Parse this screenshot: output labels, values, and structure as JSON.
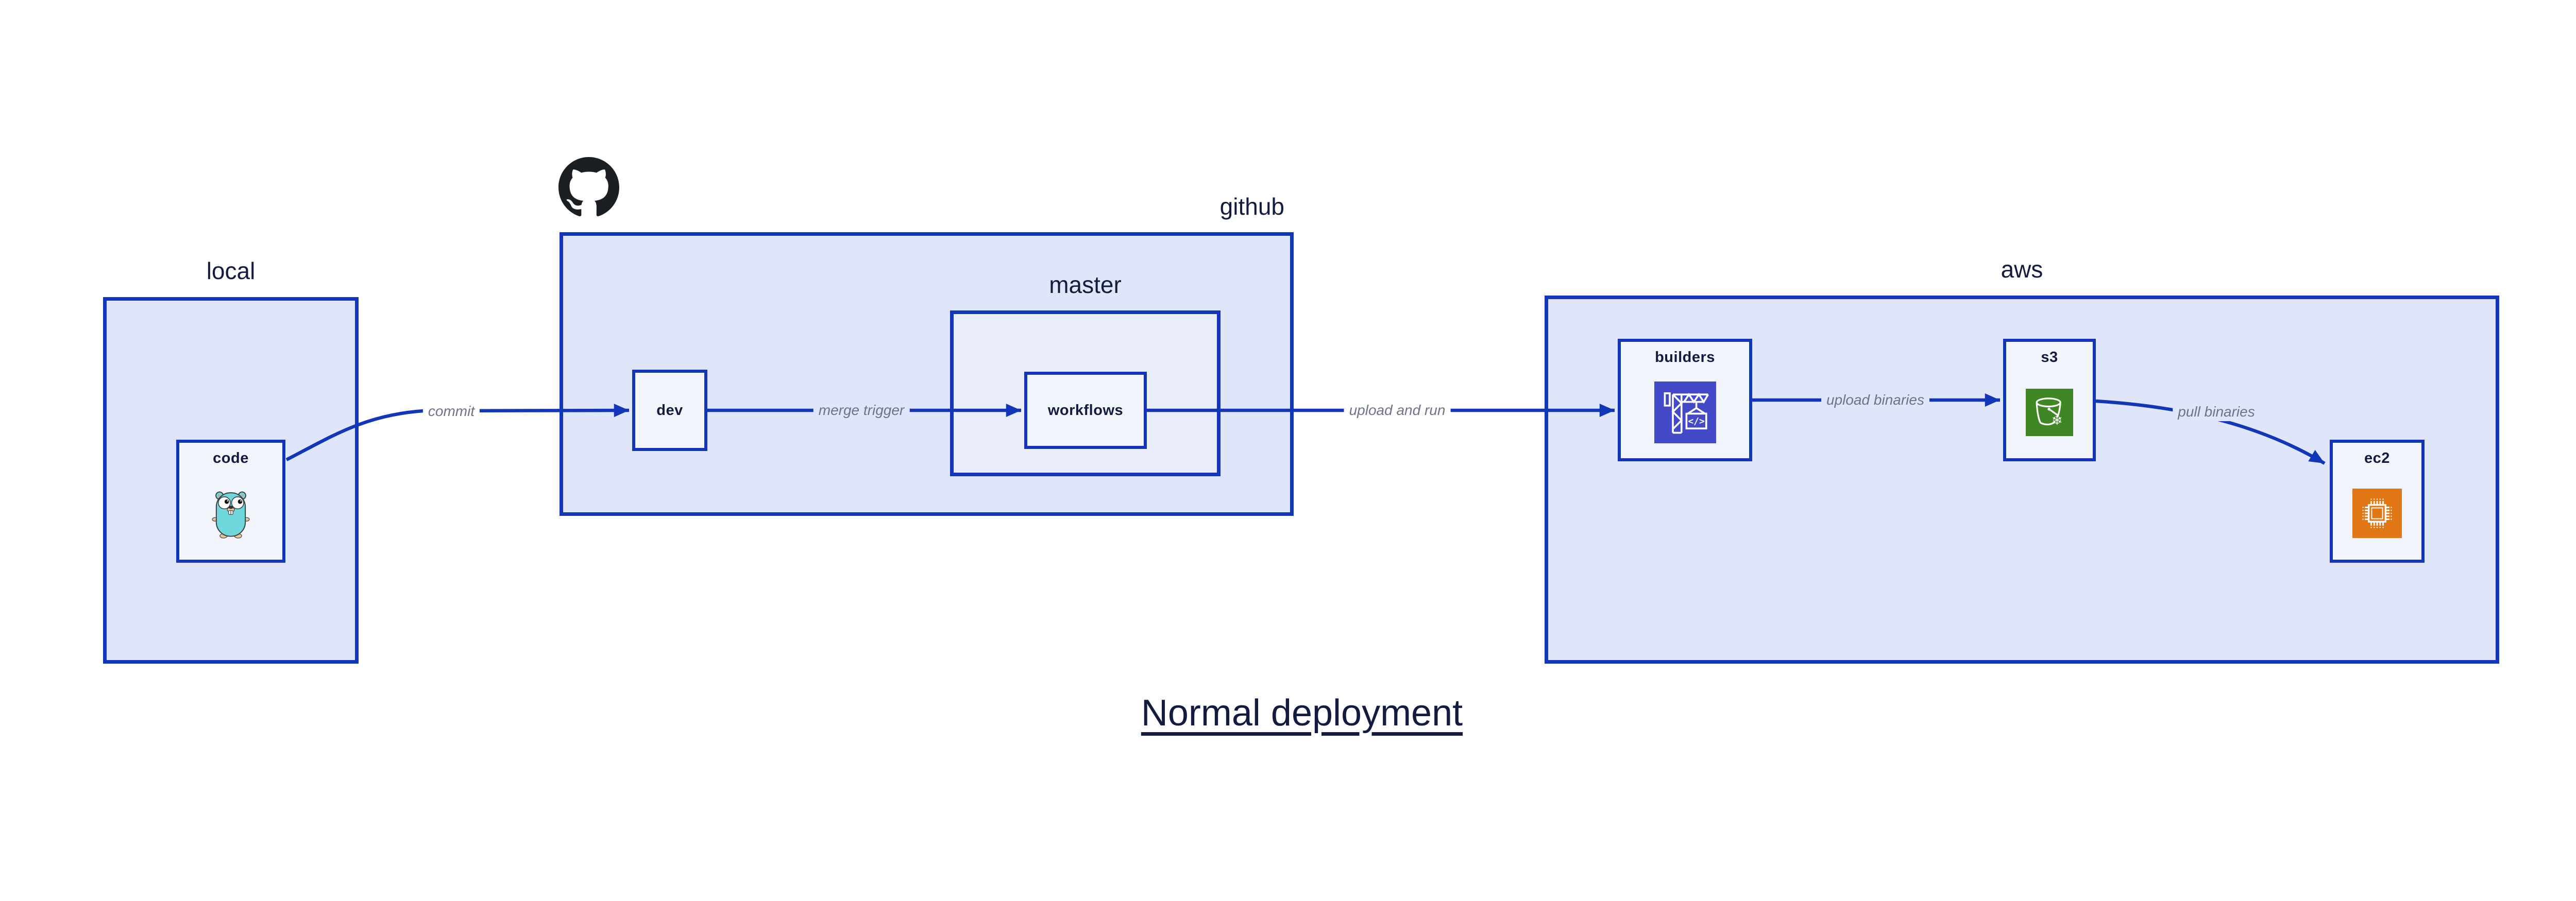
{
  "diagram": {
    "title": "Normal deployment",
    "containers": {
      "local": {
        "label": "local"
      },
      "github": {
        "label": "github"
      },
      "master": {
        "label": "master"
      },
      "aws": {
        "label": "aws"
      }
    },
    "nodes": {
      "code": {
        "label": "code"
      },
      "dev": {
        "label": "dev"
      },
      "workflows": {
        "label": "workflows"
      },
      "builders": {
        "label": "builders"
      },
      "s3": {
        "label": "s3"
      },
      "ec2": {
        "label": "ec2"
      }
    },
    "edges": [
      {
        "from": "code",
        "to": "dev",
        "label": "commit"
      },
      {
        "from": "dev",
        "to": "workflows",
        "label": "merge trigger"
      },
      {
        "from": "workflows",
        "to": "builders",
        "label": "upload and run"
      },
      {
        "from": "builders",
        "to": "s3",
        "label": "upload binaries"
      },
      {
        "from": "s3",
        "to": "ec2",
        "label": "pull binaries"
      }
    ],
    "icons": {
      "code": "go-gopher-icon",
      "github": "github-octocat-icon",
      "builders": "codebuild-crane-icon",
      "s3": "s3-glacier-bucket-icon",
      "ec2": "ec2-chip-icon"
    },
    "codebuild_icon_text": "</>"
  },
  "colors": {
    "canvas-bg": "#ffffff",
    "stroke-blue": "#1236b8",
    "container-fill": "#dfe6fa",
    "master-fill": "#eaeefb",
    "leaf-fill": "#f3f5fd",
    "text-dark": "#131c3e",
    "edge-label-gray": "#6e7387",
    "codebuild-indigo": "#4449c8",
    "glacier-green": "#3f8624",
    "ec2-orange": "#e07614",
    "octocat-black": "#1b1f23"
  }
}
